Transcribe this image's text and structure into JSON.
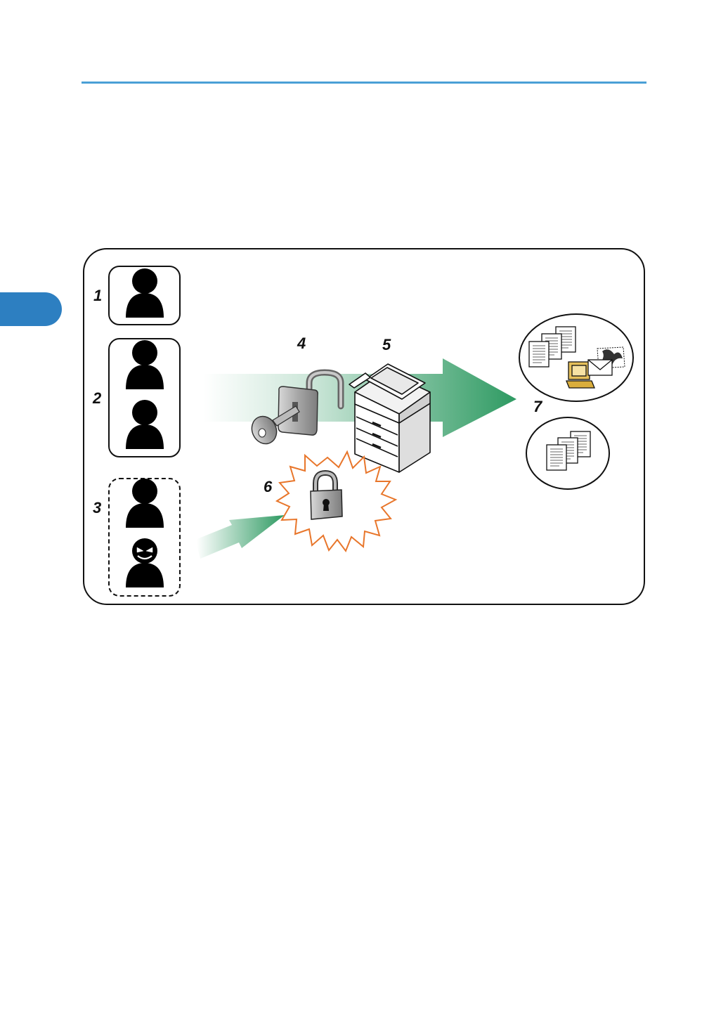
{
  "colors": {
    "rule": "#4a9fd6",
    "side_tab": "#2d7fc1",
    "arrow": "#2e9a62",
    "burst": "#e8762b",
    "lock_body": "#9a9a9a",
    "terminal": "#e6c05a"
  },
  "labels": {
    "group1": "1",
    "group2": "2",
    "group3": "3",
    "lock": "4",
    "printer": "5",
    "attack": "6",
    "outputs": "7"
  },
  "icons": [
    "user-icon",
    "attacker-icon",
    "key-icon",
    "unlocked-padlock-icon",
    "locked-padlock-icon",
    "multifunction-printer-icon",
    "document-icon",
    "computer-icon",
    "envelope-icon",
    "fax-icon"
  ]
}
